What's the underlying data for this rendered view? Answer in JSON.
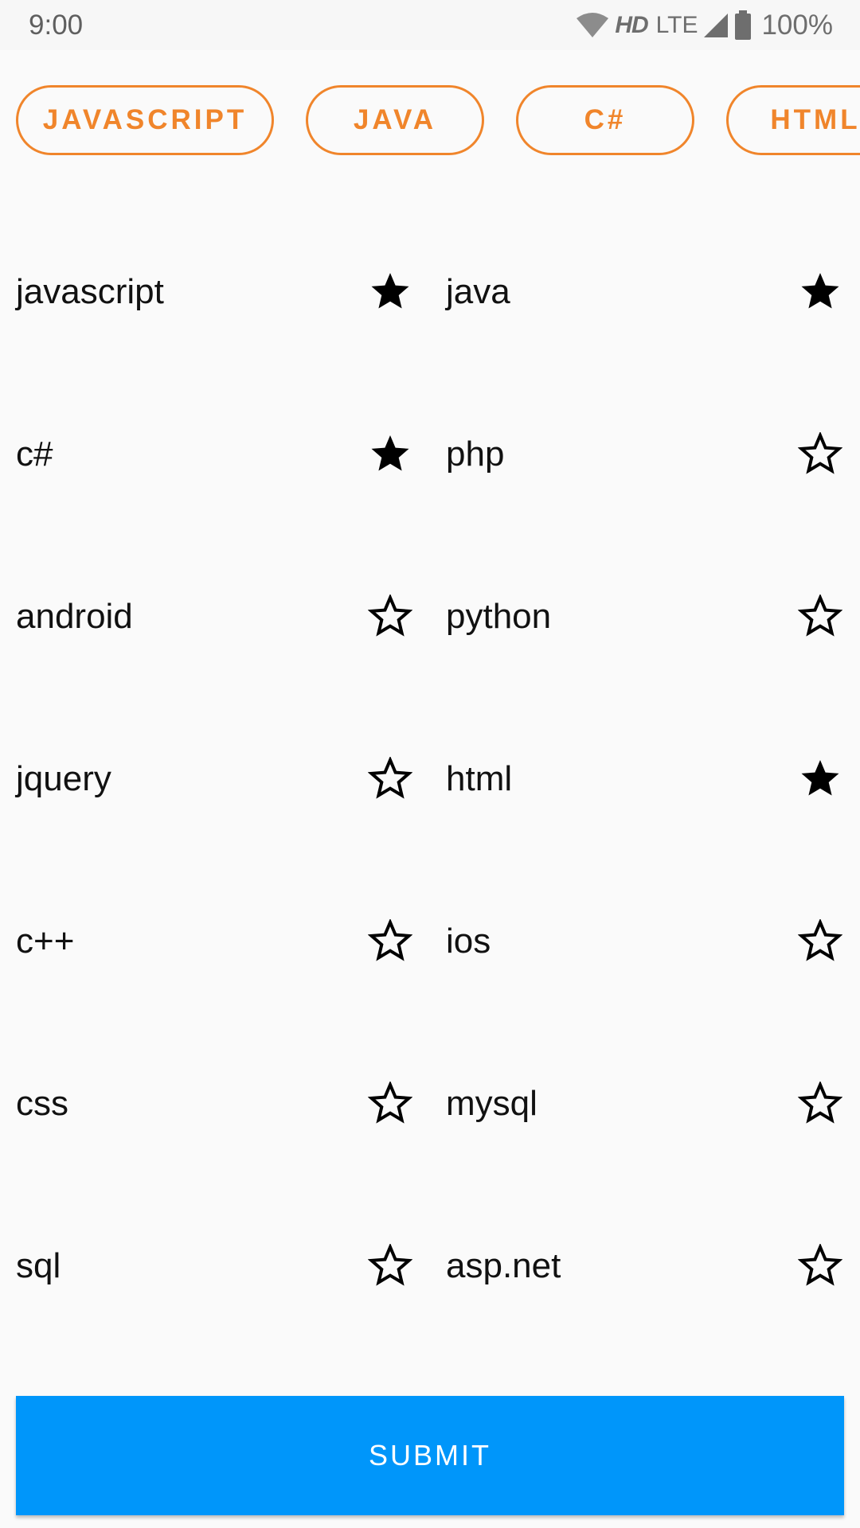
{
  "status_bar": {
    "time": "9:00",
    "network_hd": "HD",
    "network_type": "LTE",
    "battery": "100%"
  },
  "chips": [
    {
      "label": "JAVASCRIPT"
    },
    {
      "label": "JAVA"
    },
    {
      "label": "C#"
    },
    {
      "label": "HTML"
    }
  ],
  "tags": [
    {
      "label": "javascript",
      "starred": true
    },
    {
      "label": "java",
      "starred": true
    },
    {
      "label": "c#",
      "starred": true
    },
    {
      "label": "php",
      "starred": false
    },
    {
      "label": "android",
      "starred": false
    },
    {
      "label": "python",
      "starred": false
    },
    {
      "label": "jquery",
      "starred": false
    },
    {
      "label": "html",
      "starred": true
    },
    {
      "label": "c++",
      "starred": false
    },
    {
      "label": "ios",
      "starred": false
    },
    {
      "label": "css",
      "starred": false
    },
    {
      "label": "mysql",
      "starred": false
    },
    {
      "label": "sql",
      "starred": false
    },
    {
      "label": "asp.net",
      "starred": false
    }
  ],
  "submit": {
    "label": "SUBMIT"
  },
  "colors": {
    "accent_orange": "#f0852b",
    "submit_blue": "#0096fa",
    "background": "#fafafa"
  },
  "icons": {
    "star_filled": "star-filled-icon",
    "star_outline": "star-outline-icon",
    "wifi": "wifi-icon",
    "signal": "signal-icon",
    "battery": "battery-icon"
  }
}
